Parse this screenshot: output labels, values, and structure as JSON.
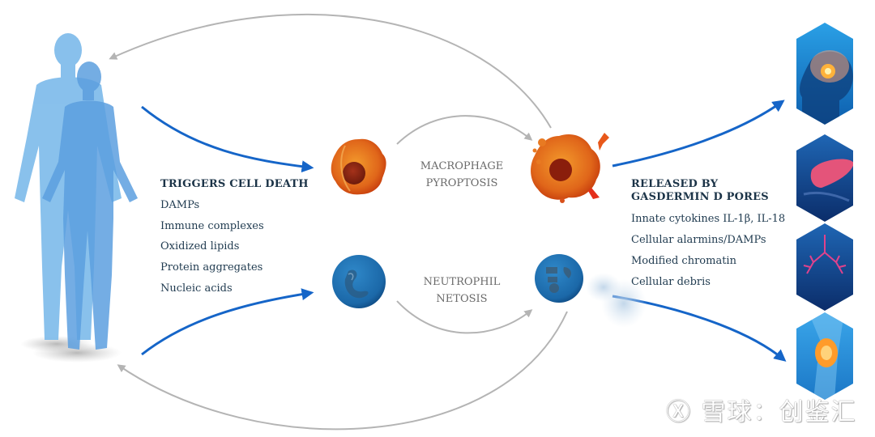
{
  "left_panel": {
    "heading": "TRIGGERS CELL DEATH",
    "items": [
      "DAMPs",
      "Immune complexes",
      "Oxidized lipids",
      "Protein aggregates",
      "Nucleic acids"
    ]
  },
  "center": {
    "macrophage_label": [
      "MACROPHAGE",
      "PYROPTOSIS"
    ],
    "neutrophil_label": [
      "NEUTROPHIL",
      "NETOSIS"
    ]
  },
  "right_panel": {
    "heading": [
      "RELEASED BY",
      "GASDERMIN D PORES"
    ],
    "items": [
      "Innate cytokines IL-1β, IL-18",
      "Cellular alarmins/DAMPs",
      "Modified chromatin",
      "Cellular debris"
    ]
  },
  "organs": [
    "brain",
    "liver",
    "lungs",
    "knee-joint"
  ],
  "watermark": {
    "text": "雪球：创鉴汇"
  },
  "colors": {
    "blue_arrow": "#1565c8",
    "gray_arrow": "#b4b4b4",
    "text_dark": "#1f3a4f",
    "text_gray": "#6a6a6a",
    "body_blue": "#6fb1e6",
    "body_blue_dark": "#4a8fd2",
    "macrophage_orange": "#e3641a",
    "neutrophil_blue": "#1c6fae",
    "hex_bg": "#1d8fd8"
  }
}
